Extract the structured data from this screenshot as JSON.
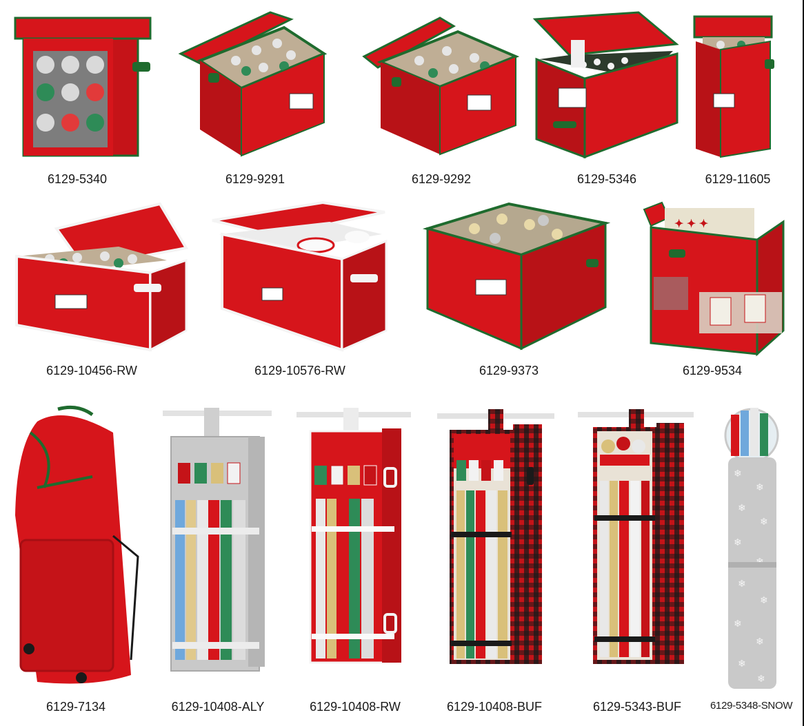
{
  "colors": {
    "red": "#d6151b",
    "red_dark": "#a60f14",
    "green_trim": "#1f6b2e",
    "white_trim": "#f4f4f4",
    "gray_fabric": "#c9c9c9",
    "plaid_black": "#1a1a1a"
  },
  "products": [
    {
      "sku": "6129-5340",
      "icon": "ornament-box-window-icon"
    },
    {
      "sku": "6129-9291",
      "icon": "ornament-box-open-icon"
    },
    {
      "sku": "6129-9292",
      "icon": "ornament-box-open-icon"
    },
    {
      "sku": "6129-5346",
      "icon": "light-storage-box-icon"
    },
    {
      "sku": "6129-11605",
      "icon": "tall-ornament-box-icon"
    },
    {
      "sku": "6129-10456-RW",
      "icon": "ornament-chest-icon"
    },
    {
      "sku": "6129-10576-RW",
      "icon": "dinnerware-chest-icon"
    },
    {
      "sku": "6129-9373",
      "icon": "large-ornament-box-icon"
    },
    {
      "sku": "6129-9534",
      "icon": "gift-bag-organizer-icon"
    },
    {
      "sku": "6129-7134",
      "icon": "tree-storage-bag-icon"
    },
    {
      "sku": "6129-10408-ALY",
      "icon": "hanging-wrap-organizer-icon"
    },
    {
      "sku": "6129-10408-RW",
      "icon": "hanging-wrap-organizer-icon"
    },
    {
      "sku": "6129-10408-BUF",
      "icon": "hanging-wrap-organizer-icon"
    },
    {
      "sku": "6129-5343-BUF",
      "icon": "hanging-wrap-organizer-icon"
    },
    {
      "sku": "6129-5348-SNOW",
      "icon": "wrap-tube-icon"
    }
  ]
}
